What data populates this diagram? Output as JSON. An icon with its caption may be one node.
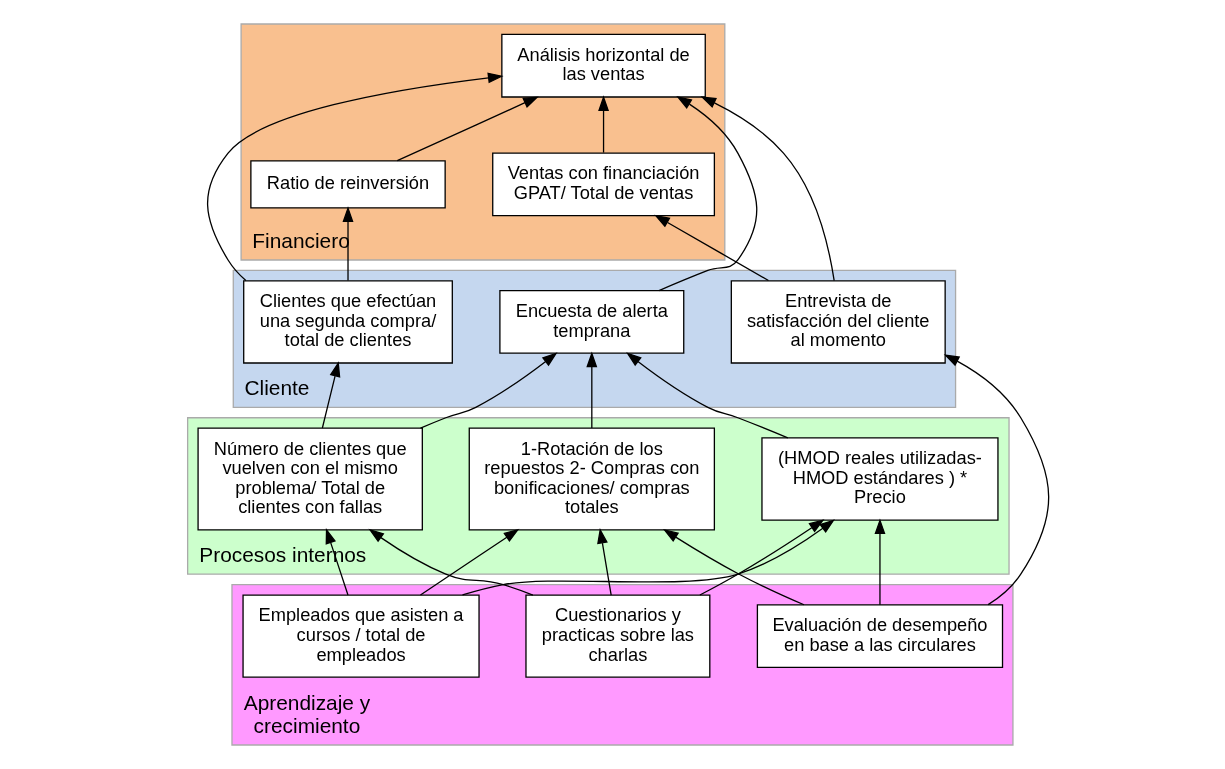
{
  "diagram": {
    "nodes": [
      {
        "text": [
          "Financiero"
        ]
      },
      {
        "text": [
          "Análisis horizontal de las ventas"
        ],
        "in": 0
      },
      {
        "text": [
          "Ratio de reinversión"
        ],
        "in": 0
      },
      {
        "text": [
          "Ventas con financiación GPAT/ Total de ventas"
        ],
        "in": 0
      },
      {
        "text": [
          "Cliente"
        ]
      },
      {
        "text": [
          "Clientes que efectúan una segunda compra/ total de clientes"
        ],
        "in": 4
      },
      {
        "text": [
          "Encuesta de alerta temprana"
        ],
        "in": 4
      },
      {
        "text": [
          "Entrevista de satisfacción del cliente al momento"
        ],
        "in": 4
      },
      {
        "text": [
          "Procesos internos"
        ]
      },
      {
        "text": [
          "Número de clientes que vuelven con el mismo problema/ Total de clientes con fallas"
        ],
        "in": 8
      },
      {
        "text": [
          "1-Rotación de los repuestos 2- Compras con bonificaciones/ compras totales"
        ],
        "in": 8
      },
      {
        "text": [
          "(HMOD reales utilizadas- HMOD estándares ) * Precio"
        ],
        "in": 8
      },
      {
        "text": [
          "Aprendizaje y crecimiento"
        ]
      },
      {
        "text": [
          "Cuestionarios y practicas sobre las charlas"
        ],
        "in": 12
      },
      {
        "text": [
          "Evaluación de desempeño en base a las circulares"
        ],
        "in": 12
      },
      {
        "text": [
          "Empleados que asisten a cursos / total de empleados"
        ],
        "in": 12
      }
    ],
    "edges": [
      {
        "from": 2,
        "to": 1,
        "arrow": "to"
      },
      {
        "from": 3,
        "to": 1,
        "arrow": "to"
      },
      {
        "from": 5,
        "to": 2,
        "arrow": "to"
      },
      {
        "from": 5,
        "to": 1,
        "arrow": "to"
      },
      {
        "from": 6,
        "to": 1,
        "arrow": "to"
      },
      {
        "from": 7,
        "to": 1,
        "arrow": "to"
      },
      {
        "from": 7,
        "to": 3,
        "arrow": "to"
      },
      {
        "from": 9,
        "to": 5,
        "arrow": "to"
      },
      {
        "from": 9,
        "to": 6,
        "arrow": "to"
      },
      {
        "from": 10,
        "to": 6,
        "arrow": "to"
      },
      {
        "from": 11,
        "to": 6,
        "arrow": "to"
      },
      {
        "from": 13,
        "to": 9,
        "arrow": "to"
      },
      {
        "from": 13,
        "to": 10,
        "arrow": "to"
      },
      {
        "from": 13,
        "to": 11,
        "arrow": "to"
      },
      {
        "from": 14,
        "to": 10,
        "arrow": "to"
      },
      {
        "from": 14,
        "to": 7,
        "arrow": "to"
      },
      {
        "from": 14,
        "to": 11,
        "arrow": "to"
      },
      {
        "from": 15,
        "to": 9,
        "arrow": "to"
      },
      {
        "from": 15,
        "to": 10,
        "arrow": "to"
      },
      {
        "from": 15,
        "to": 11,
        "arrow": "to"
      }
    ]
  }
}
